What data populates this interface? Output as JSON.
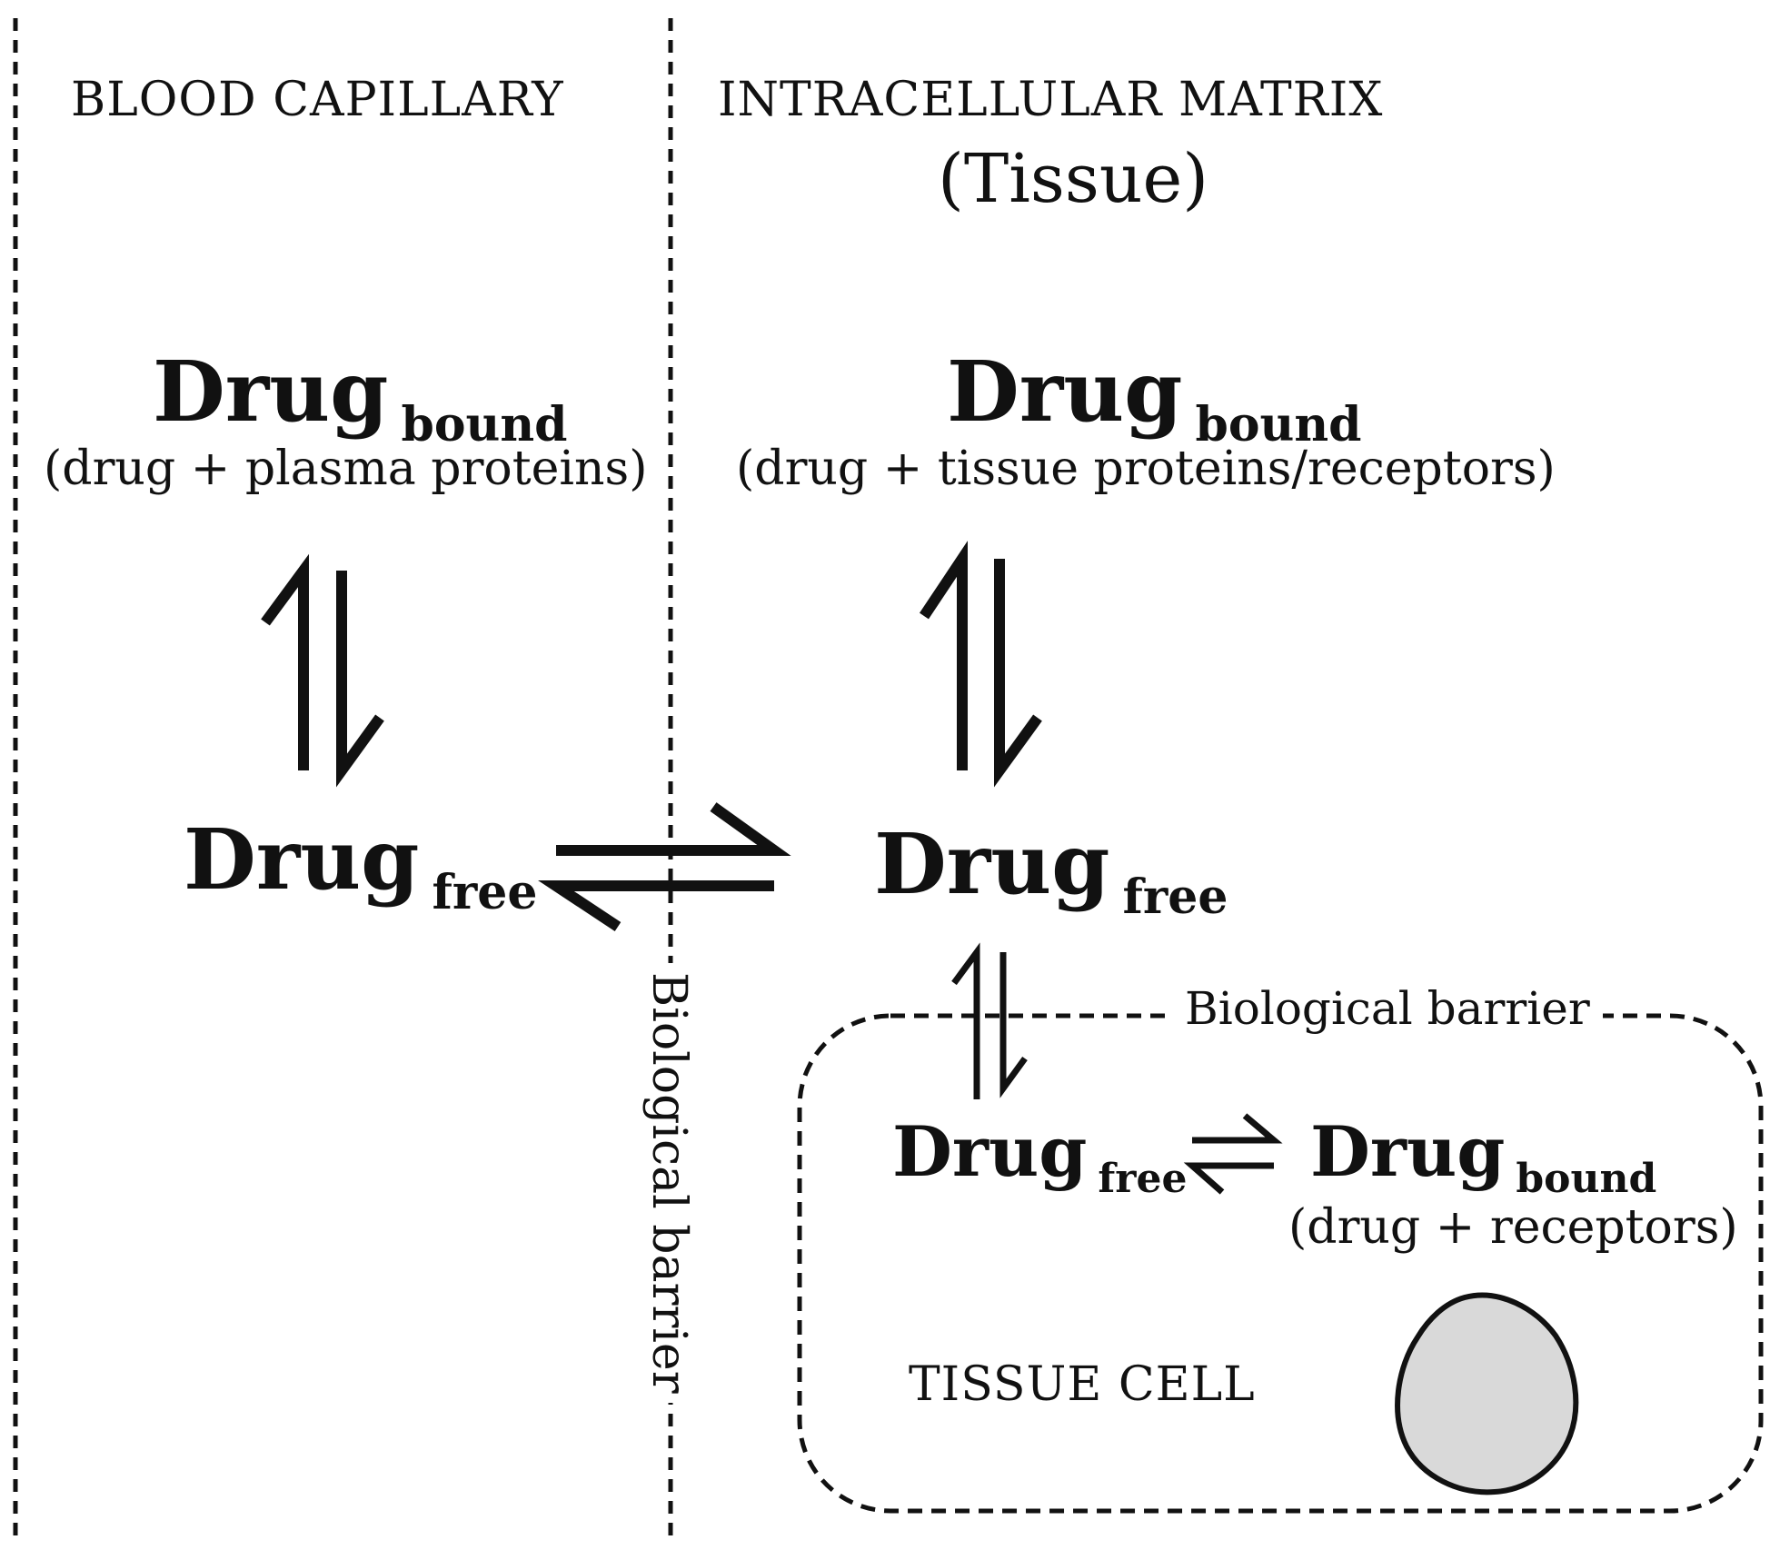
{
  "blood_capillary": {
    "heading": "BLOOD CAPILLARY",
    "bound_drug": "Drug",
    "bound_sub": "bound",
    "bound_note": "(drug + plasma proteins)",
    "free_drug": "Drug",
    "free_sub": "free"
  },
  "matrix": {
    "heading": "INTRACELLULAR MATRIX",
    "subheading": "(Tissue)",
    "bound_drug": "Drug",
    "bound_sub": "bound",
    "bound_note": "(drug + tissue proteins/receptors)",
    "free_drug": "Drug",
    "free_sub": "free"
  },
  "tissue_cell": {
    "label": "TISSUE CELL",
    "free_drug": "Drug",
    "free_sub": "free",
    "bound_drug": "Drug",
    "bound_sub": "bound",
    "bound_note": "(drug + receptors)"
  },
  "barriers": {
    "vertical_label": "Biological barrier",
    "cell_label": "Biological barrier"
  },
  "colors": {
    "line": "#111111",
    "nucleus_fill": "#d9d9d9",
    "background": "#ffffff"
  }
}
